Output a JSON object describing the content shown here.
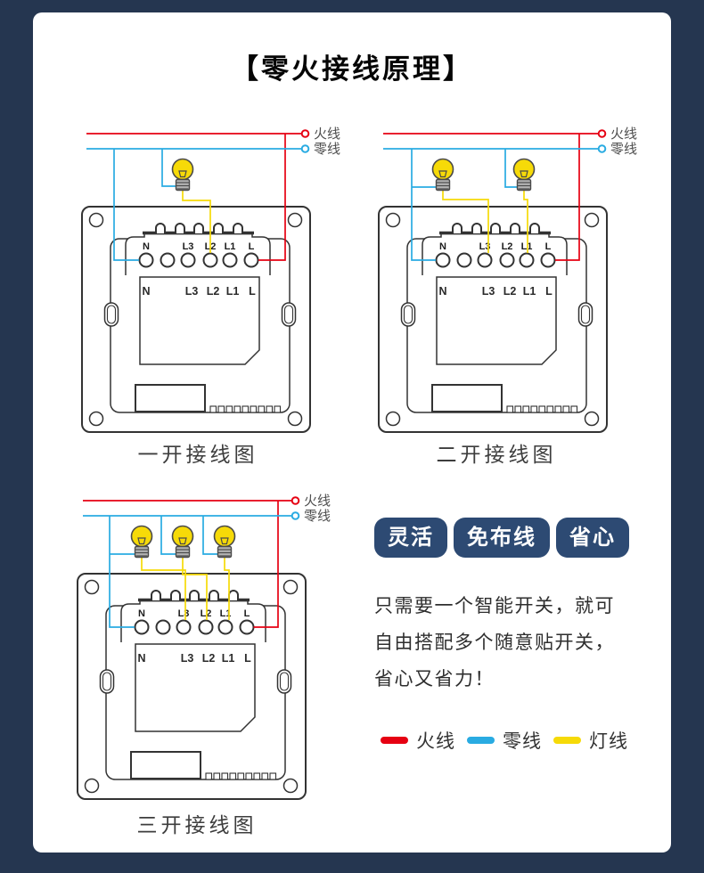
{
  "title": "【零火接线原理】",
  "colors": {
    "frame": "#253650",
    "card": "#ffffff",
    "live": "#e60012",
    "neutral": "#29abe2",
    "lamp": "#f6da08",
    "badge": "#2d4a73"
  },
  "labels": {
    "live": "火线",
    "neutral": "零线",
    "terminals": [
      "N",
      "L3",
      "L2",
      "L1",
      "L"
    ]
  },
  "diagrams": [
    {
      "caption": "一开接线图",
      "gangs": 1
    },
    {
      "caption": "二开接线图",
      "gangs": 2
    },
    {
      "caption": "三开接线图",
      "gangs": 3
    }
  ],
  "badges": [
    {
      "label": "灵活"
    },
    {
      "label": "免布线"
    },
    {
      "label": "省心"
    }
  ],
  "description": {
    "lines": [
      "只需要一个智能开关，就可",
      "自由搭配多个随意贴开关，",
      "省心又省力！"
    ]
  },
  "legend": [
    {
      "label": "火线",
      "color_key": "live"
    },
    {
      "label": "零线",
      "color_key": "neutral"
    },
    {
      "label": "灯线",
      "color_key": "lamp"
    }
  ]
}
